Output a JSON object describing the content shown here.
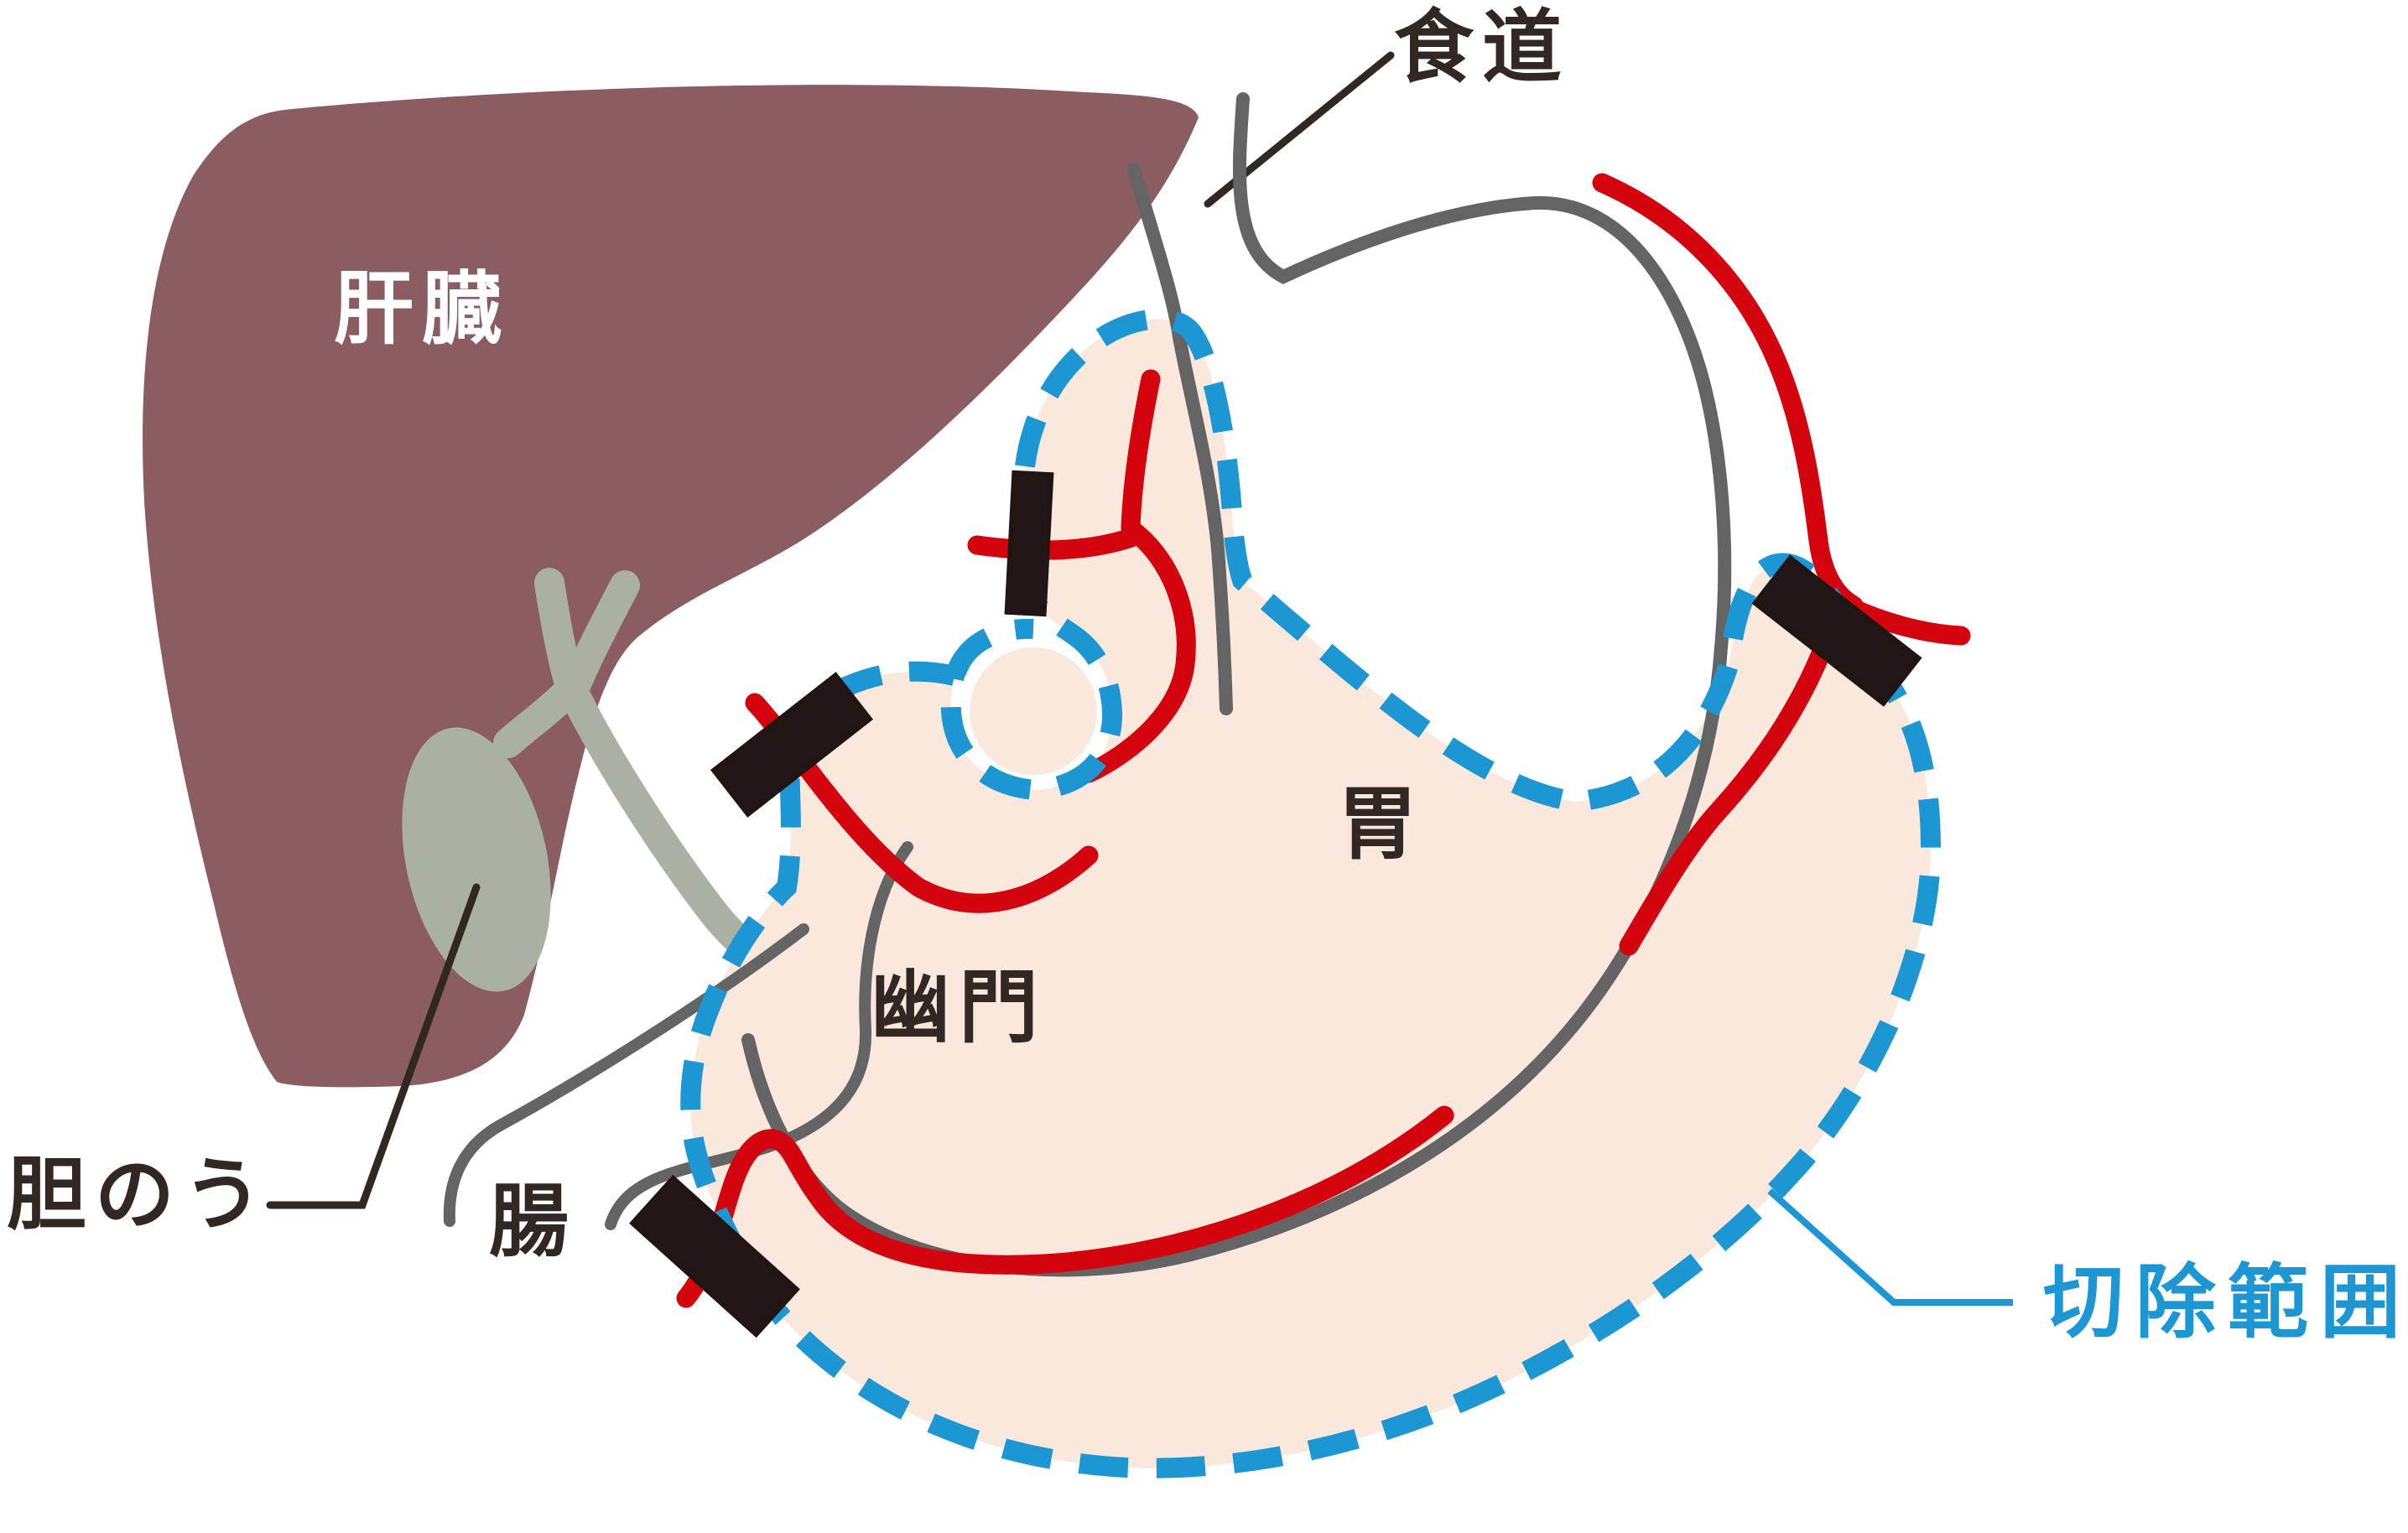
{
  "labels": {
    "esophagus": "食道",
    "liver": "肝臓",
    "gallbladder": "胆のう",
    "intestine": "腸",
    "pylorus": "幽門",
    "stomach": "胃",
    "resection_range": "切除範囲"
  },
  "colors": {
    "liver_fill": "#8b5d60",
    "gallbladder_fill": "#a9b1a2",
    "stomach_fill": "#fae8dc",
    "organ_outline_gray": "#646464",
    "vessel_red": "#d4040f",
    "resection_blue": "#1d96d4",
    "clip_black": "#201512",
    "label_dark": "#322823",
    "background": "#ffffff"
  }
}
